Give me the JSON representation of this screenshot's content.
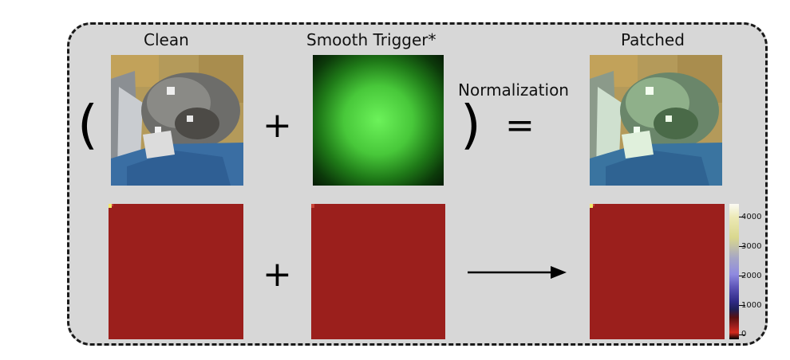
{
  "labels": {
    "clean": "Clean",
    "trigger": "Smooth Trigger*",
    "patched": "Patched",
    "normalization": "Normalization"
  },
  "operators": {
    "open_paren": "(",
    "close_paren": ")",
    "plus": "+",
    "equals": "="
  },
  "colorbar": {
    "ticks": [
      "4000",
      "3000",
      "2000",
      "1000",
      "0"
    ]
  },
  "colors": {
    "heatmap_base": "#9b1f1c",
    "trigger_center": "#6cf25a",
    "panel_bg": "#d7d7d7"
  }
}
